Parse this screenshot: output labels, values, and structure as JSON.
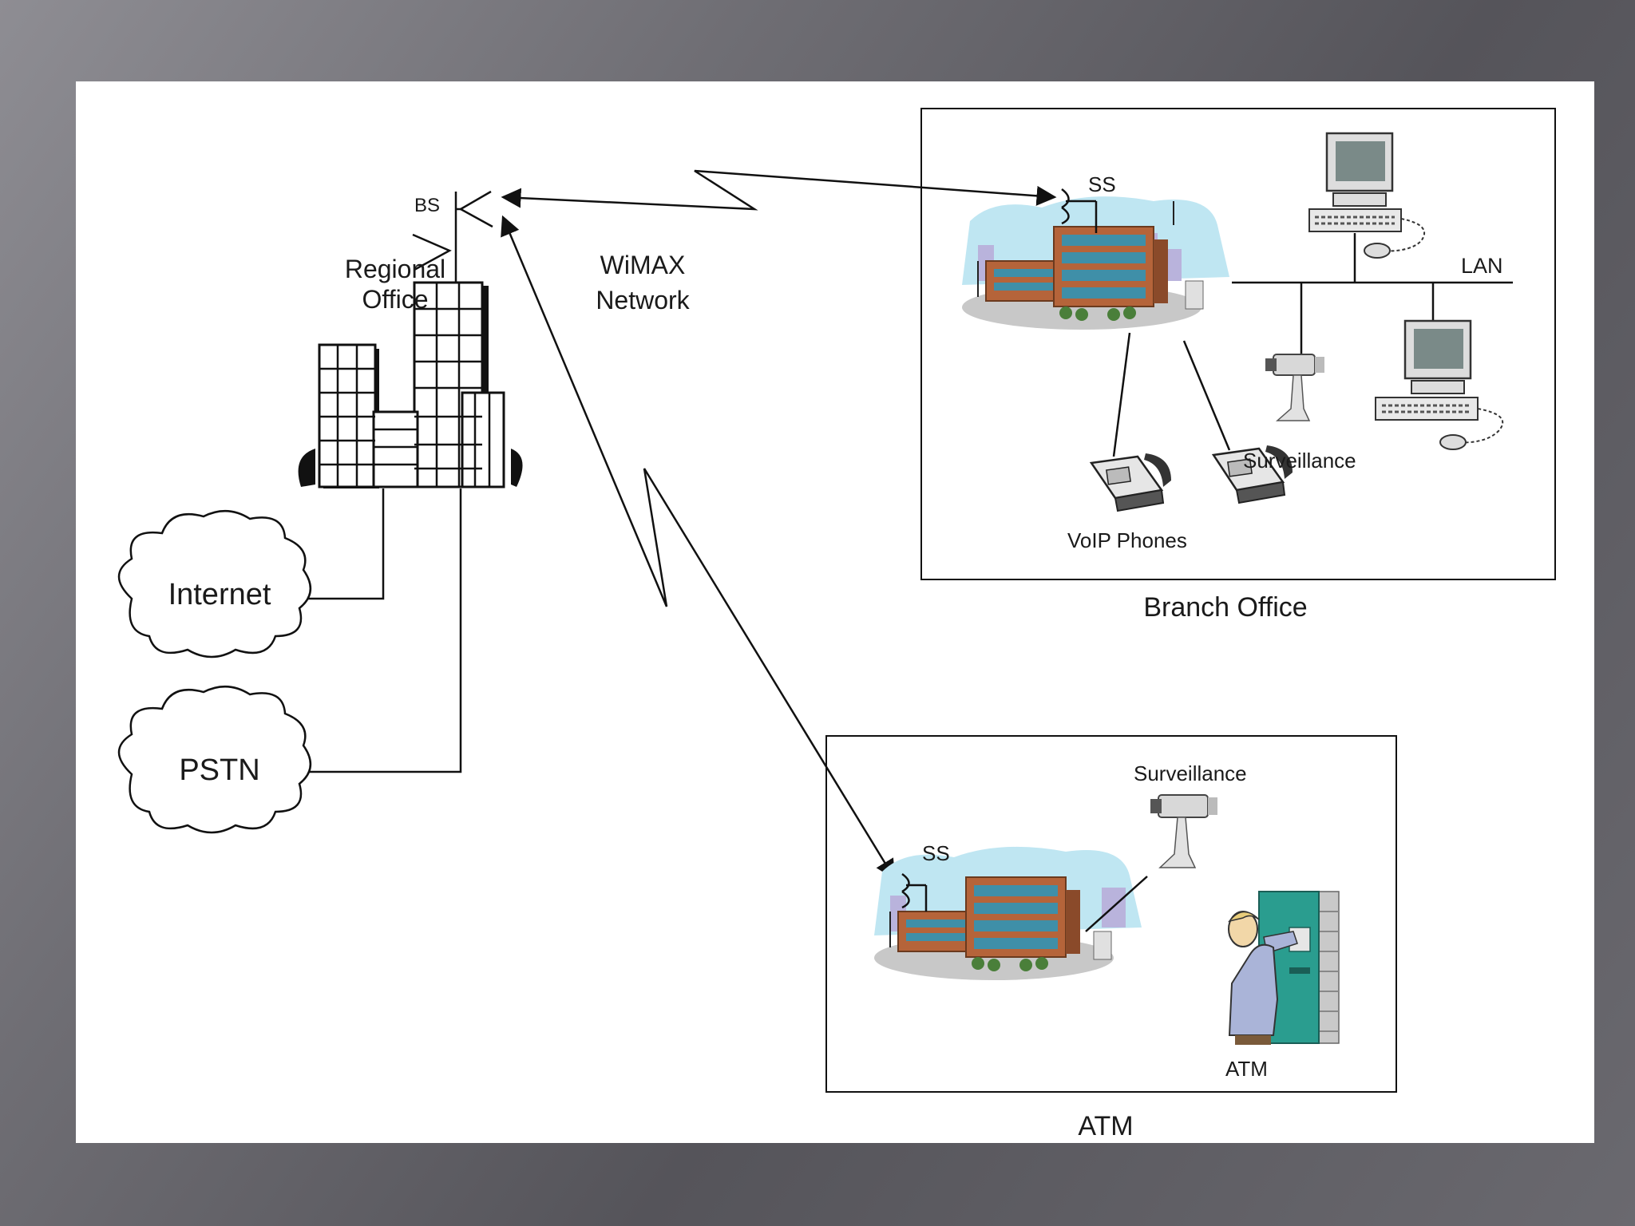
{
  "labels": {
    "bs": "BS",
    "regional_office_line1": "Regional",
    "regional_office_line2": "Office",
    "wimax_line1": "WiMAX",
    "wimax_line2": "Network",
    "internet": "Internet",
    "pstn": "PSTN",
    "branch_ss": "SS",
    "lan": "LAN",
    "branch_surveillance": "Surveillance",
    "voip_phones": "VoIP Phones",
    "branch_office": "Branch Office",
    "atm_surveillance": "Surveillance",
    "atm_ss": "SS",
    "atm_device": "ATM",
    "atm_site": "ATM"
  },
  "colors": {
    "line": "#111111",
    "sky": "#bfe6f2",
    "brick": "#b5643a",
    "window": "#3f8fa8",
    "atm_teal": "#2a9d8f"
  }
}
